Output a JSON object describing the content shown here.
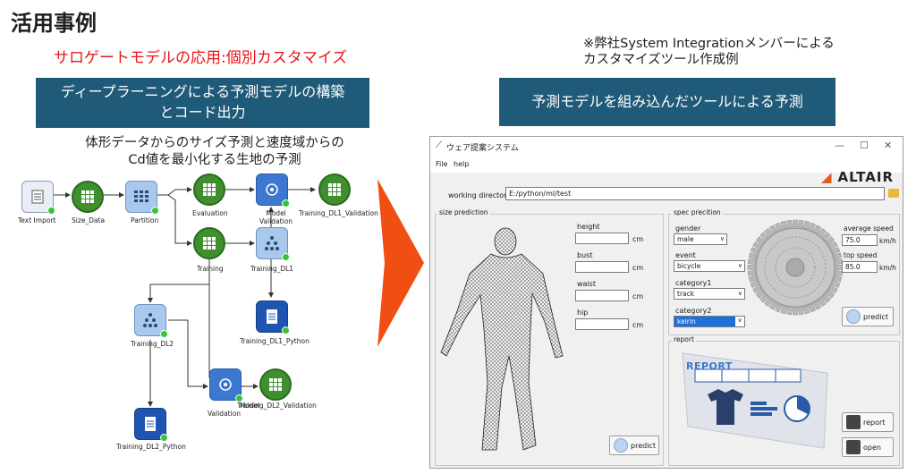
{
  "slide": {
    "title": "活用事例",
    "subtitle": "サロゲートモデルの応用:個別カスタマイズ",
    "left_banner_line1": "ディープラーニングによる予測モデルの構築",
    "left_banner_line2": "とコード出力",
    "right_banner": "予測モデルを組み込んだツールによる予測",
    "left_desc_line1": "体形データからのサイズ予測と速度域からの",
    "left_desc_line2": "Cd値を最小化する生地の予測",
    "note_line1": "※弊社System Integrationメンバーによる",
    "note_line2": "カスタマイズツール作成例"
  },
  "flow": {
    "nodes": {
      "text_import": "Text Import",
      "size_data": "Size_Data",
      "partition": "Partition",
      "evaluation": "Evaluation",
      "model_validation_line1": "Model",
      "model_validation_line2": "Validation",
      "training_dl1_validation": "Training_DL1_Validation",
      "training": "Training",
      "training_dl1": "Training_DL1",
      "training_dl2": "Training_DL2",
      "training_dl1_python": "Training_DL1_Python",
      "model_validation2_line1": "Model",
      "model_validation2_line2": "Validation",
      "training_dl2_validation": "Training_DL2_Validation",
      "training_dl2_python": "Training_DL2_Python"
    }
  },
  "app": {
    "window_title": "ウェア提案システム",
    "menu": [
      "File",
      "help"
    ],
    "logo": "ALTAIR",
    "working_directory_label": "working directory",
    "working_directory_value": "E:/python/ml/test",
    "size_prediction": {
      "label": "size prediction",
      "fields": [
        {
          "label": "height",
          "unit": "cm",
          "value": ""
        },
        {
          "label": "bust",
          "unit": "cm",
          "value": ""
        },
        {
          "label": "waist",
          "unit": "cm",
          "value": ""
        },
        {
          "label": "hip",
          "unit": "cm",
          "value": ""
        }
      ],
      "predict": "predict"
    },
    "spec_prediction": {
      "label": "spec precition",
      "gender_label": "gender",
      "gender_value": "male",
      "event_label": "event",
      "event_value": "bicycle",
      "category1_label": "category1",
      "category1_value": "track",
      "category2_label": "category2",
      "category2_value": "keirin",
      "avg_speed_label": "average speed",
      "avg_speed_value": "75.0",
      "avg_speed_unit": "km/h",
      "top_speed_label": "top speed",
      "top_speed_value": "85.0",
      "top_speed_unit": "km/h",
      "predict": "predict"
    },
    "report": {
      "label": "report",
      "image_text": "REPORT",
      "report_button": "report",
      "open_button": "open"
    }
  }
}
